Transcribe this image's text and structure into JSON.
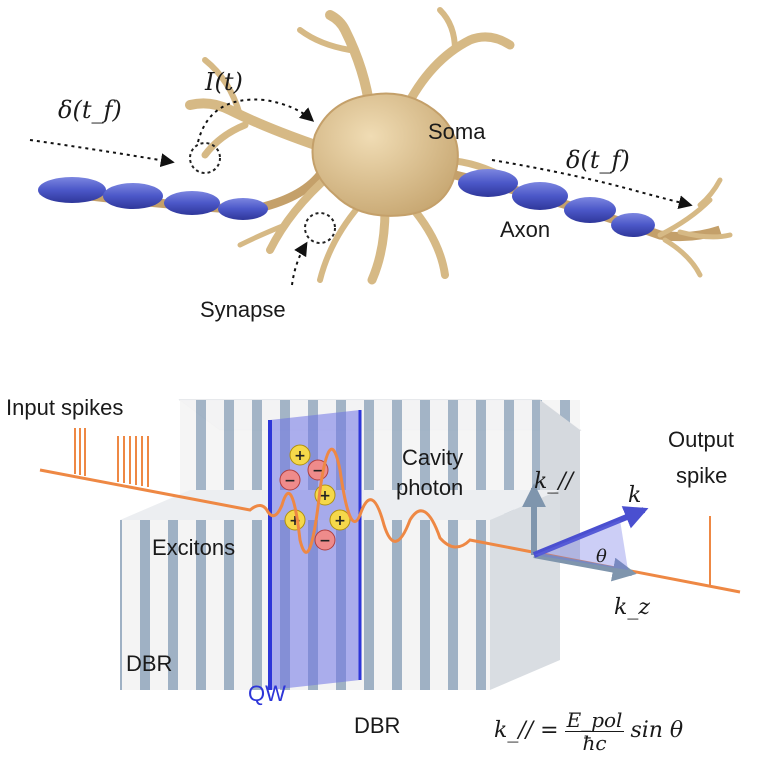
{
  "neuron": {
    "input_signal": "δ(t_f)",
    "current": "I(t)",
    "soma": "Soma",
    "output_signal": "δ(t_f)",
    "axon": "Axon",
    "synapse": "Synapse"
  },
  "device": {
    "input_spikes": "Input spikes",
    "cavity_photon_line1": "Cavity",
    "cavity_photon_line2": "photon",
    "excitons": "Excitons",
    "k_parallel": "k_//",
    "k": "k",
    "theta": "θ",
    "k_z": "k_z",
    "output_spike_line1": "Output",
    "output_spike_line2": "spike",
    "dbr_left": "DBR",
    "qw": "QW",
    "dbr_right": "DBR",
    "equation": {
      "lhs": "k_// =",
      "numerator": "E_pol",
      "denominator": "ħc",
      "rhs": "sin θ"
    }
  },
  "colors": {
    "neuron": "#dcc295",
    "myelin": "#4b57c8",
    "beam": "#ee8844",
    "stripe": "#9fb1c4",
    "qw": "#2d35d8",
    "arrow": "#7f95ad"
  }
}
